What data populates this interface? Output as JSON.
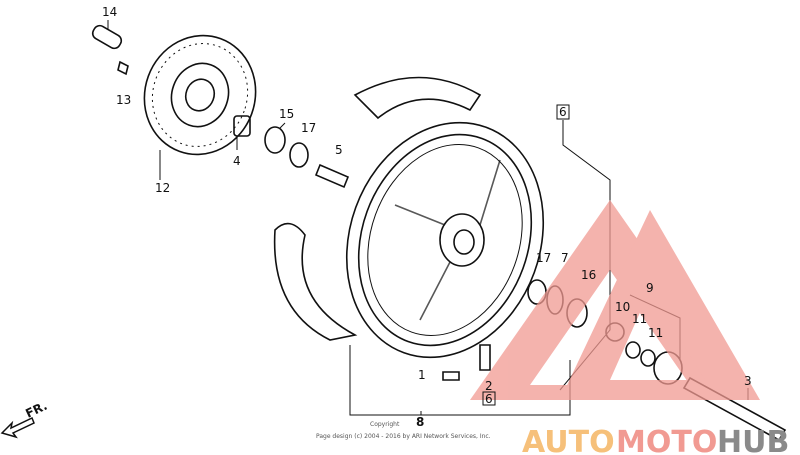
{
  "diagram": {
    "part_labels": [
      "14",
      "13",
      "12",
      "4",
      "15",
      "17",
      "5",
      "6",
      "17",
      "7",
      "16",
      "10",
      "9",
      "11",
      "11",
      "3",
      "1",
      "2",
      "6",
      "8"
    ],
    "direction_label": "FR.",
    "copyright_line1": "Copyright",
    "copyright_line2": "Page design (c) 2004 - 2016 by ARI Network Services, Inc.",
    "watermark": {
      "part1": "AUTO",
      "part2": "MOTO",
      "part3": "HUB"
    },
    "colors": {
      "watermark_red": "#f19a92",
      "watermark_orange": "#f6c07a",
      "watermark_gray": "#8a8a8a",
      "line": "#111111"
    }
  }
}
